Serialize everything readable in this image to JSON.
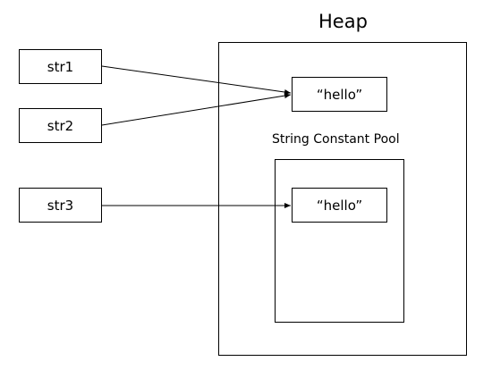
{
  "heap": {
    "title": "Heap"
  },
  "pool": {
    "title": "String Constant Pool"
  },
  "variables": [
    {
      "name": "str1"
    },
    {
      "name": "str2"
    },
    {
      "name": "str3"
    }
  ],
  "objects": {
    "heap_object": "“hello”",
    "pool_object": "“hello”"
  },
  "references": [
    {
      "from": "str1",
      "to": "heap_object"
    },
    {
      "from": "str2",
      "to": "heap_object"
    },
    {
      "from": "str3",
      "to": "pool_object"
    }
  ]
}
